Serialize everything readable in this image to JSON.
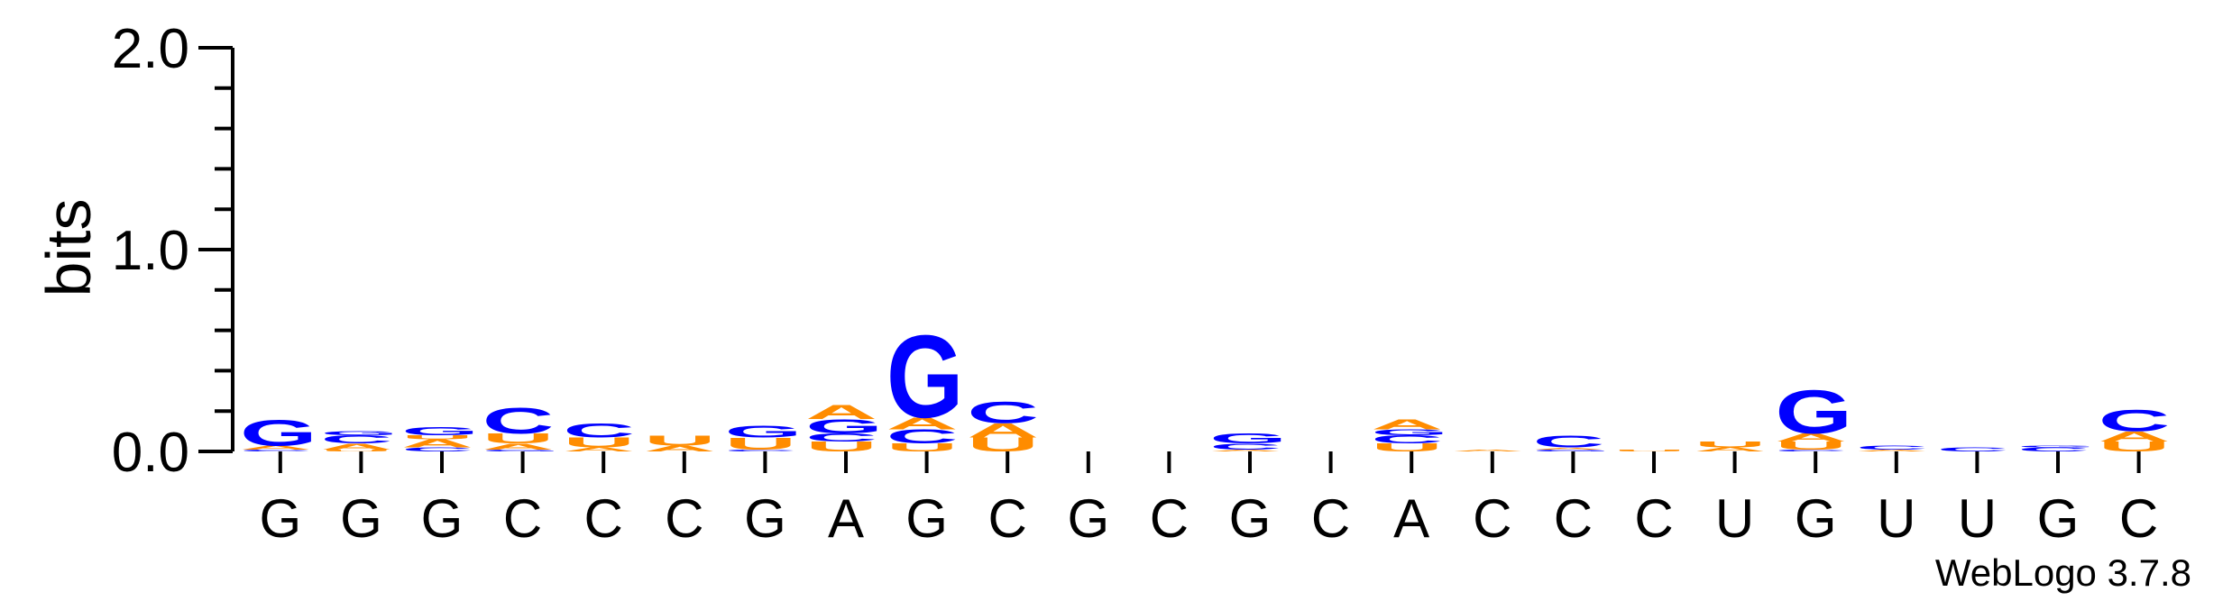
{
  "chart_data": {
    "type": "sequence-logo",
    "ylabel": "bits",
    "ylim": [
      0,
      2.0
    ],
    "yticks": [
      "0.0",
      "1.0",
      "2.0"
    ],
    "credit": "WebLogo 3.7.8",
    "colors": {
      "G": "#0000ff",
      "C": "#0000ff",
      "A": "#ff8c00",
      "U": "#ff8c00"
    },
    "positions": [
      {
        "label": "G",
        "stack": [
          {
            "letter": "C",
            "bits": 0.01
          },
          {
            "letter": "A",
            "bits": 0.02
          },
          {
            "letter": "G",
            "bits": 0.13
          }
        ]
      },
      {
        "label": "G",
        "stack": [
          {
            "letter": "U",
            "bits": 0.01
          },
          {
            "letter": "A",
            "bits": 0.03
          },
          {
            "letter": "C",
            "bits": 0.04
          },
          {
            "letter": "G",
            "bits": 0.02
          }
        ]
      },
      {
        "label": "G",
        "stack": [
          {
            "letter": "C",
            "bits": 0.02
          },
          {
            "letter": "A",
            "bits": 0.04
          },
          {
            "letter": "U",
            "bits": 0.02
          },
          {
            "letter": "G",
            "bits": 0.04
          }
        ]
      },
      {
        "label": "C",
        "stack": [
          {
            "letter": "G",
            "bits": 0.01
          },
          {
            "letter": "A",
            "bits": 0.03
          },
          {
            "letter": "U",
            "bits": 0.05
          },
          {
            "letter": "C",
            "bits": 0.13
          }
        ]
      },
      {
        "label": "C",
        "stack": [
          {
            "letter": "A",
            "bits": 0.02
          },
          {
            "letter": "U",
            "bits": 0.05
          },
          {
            "letter": "C",
            "bits": 0.07
          }
        ]
      },
      {
        "label": "C",
        "stack": [
          {
            "letter": "A",
            "bits": 0.03
          },
          {
            "letter": "U",
            "bits": 0.05
          }
        ]
      },
      {
        "label": "G",
        "stack": [
          {
            "letter": "C",
            "bits": 0.01
          },
          {
            "letter": "U",
            "bits": 0.06
          },
          {
            "letter": "G",
            "bits": 0.06
          }
        ]
      },
      {
        "label": "A",
        "stack": [
          {
            "letter": "U",
            "bits": 0.05
          },
          {
            "letter": "C",
            "bits": 0.04
          },
          {
            "letter": "G",
            "bits": 0.07
          },
          {
            "letter": "A",
            "bits": 0.07
          }
        ]
      },
      {
        "label": "G",
        "stack": [
          {
            "letter": "U",
            "bits": 0.04
          },
          {
            "letter": "C",
            "bits": 0.07
          },
          {
            "letter": "A",
            "bits": 0.06
          },
          {
            "letter": "G",
            "bits": 0.42
          }
        ]
      },
      {
        "label": "C",
        "stack": [
          {
            "letter": "U",
            "bits": 0.07
          },
          {
            "letter": "A",
            "bits": 0.07
          },
          {
            "letter": "C",
            "bits": 0.11
          }
        ]
      },
      {
        "label": "G",
        "stack": []
      },
      {
        "label": "C",
        "stack": []
      },
      {
        "label": "G",
        "stack": [
          {
            "letter": "A",
            "bits": 0.01
          },
          {
            "letter": "C",
            "bits": 0.03
          },
          {
            "letter": "G",
            "bits": 0.05
          }
        ]
      },
      {
        "label": "C",
        "stack": []
      },
      {
        "label": "A",
        "stack": [
          {
            "letter": "U",
            "bits": 0.04
          },
          {
            "letter": "C",
            "bits": 0.04
          },
          {
            "letter": "G",
            "bits": 0.03
          },
          {
            "letter": "A",
            "bits": 0.05
          }
        ]
      },
      {
        "label": "C",
        "stack": [
          {
            "letter": "A",
            "bits": 0.01
          }
        ]
      },
      {
        "label": "C",
        "stack": [
          {
            "letter": "G",
            "bits": 0.01
          },
          {
            "letter": "A",
            "bits": 0.01
          },
          {
            "letter": "C",
            "bits": 0.06
          }
        ]
      },
      {
        "label": "C",
        "stack": [
          {
            "letter": "U",
            "bits": 0.01
          }
        ]
      },
      {
        "label": "U",
        "stack": [
          {
            "letter": "A",
            "bits": 0.02
          },
          {
            "letter": "U",
            "bits": 0.03
          }
        ]
      },
      {
        "label": "G",
        "stack": [
          {
            "letter": "C",
            "bits": 0.01
          },
          {
            "letter": "U",
            "bits": 0.04
          },
          {
            "letter": "A",
            "bits": 0.04
          },
          {
            "letter": "G",
            "bits": 0.22
          }
        ]
      },
      {
        "label": "U",
        "stack": [
          {
            "letter": "A",
            "bits": 0.01
          },
          {
            "letter": "C",
            "bits": 0.02
          }
        ]
      },
      {
        "label": "U",
        "stack": [
          {
            "letter": "C",
            "bits": 0.02
          }
        ]
      },
      {
        "label": "G",
        "stack": [
          {
            "letter": "C",
            "bits": 0.02
          },
          {
            "letter": "G",
            "bits": 0.01
          }
        ]
      },
      {
        "label": "C",
        "stack": [
          {
            "letter": "U",
            "bits": 0.05
          },
          {
            "letter": "A",
            "bits": 0.05
          },
          {
            "letter": "C",
            "bits": 0.11
          }
        ]
      }
    ]
  }
}
